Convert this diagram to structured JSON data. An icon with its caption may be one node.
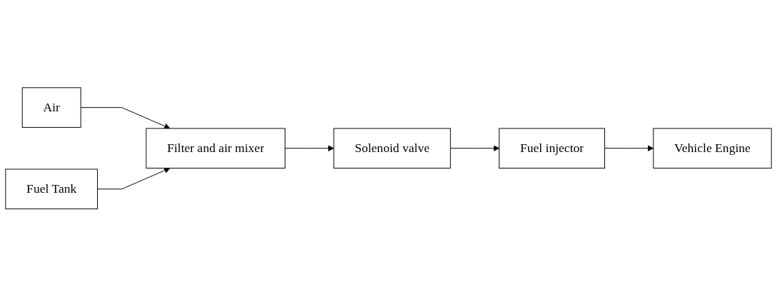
{
  "diagram": {
    "nodes": [
      {
        "text": [
          "Air"
        ]
      },
      {
        "text": [
          "Fuel Tank"
        ]
      },
      {
        "text": [
          "Filter and air mixer"
        ]
      },
      {
        "text": [
          "Solenoid valve"
        ]
      },
      {
        "text": [
          "Fuel injector"
        ]
      },
      {
        "text": [
          "Vehicle Engine"
        ]
      }
    ],
    "edges": [
      {
        "from": 0,
        "to": 2,
        "arrow": "to"
      },
      {
        "from": 1,
        "to": 2,
        "arrow": "to"
      },
      {
        "from": 2,
        "to": 3,
        "arrow": "to"
      },
      {
        "from": 3,
        "to": 4,
        "arrow": "to"
      },
      {
        "from": 4,
        "to": 5,
        "arrow": "to"
      }
    ]
  }
}
